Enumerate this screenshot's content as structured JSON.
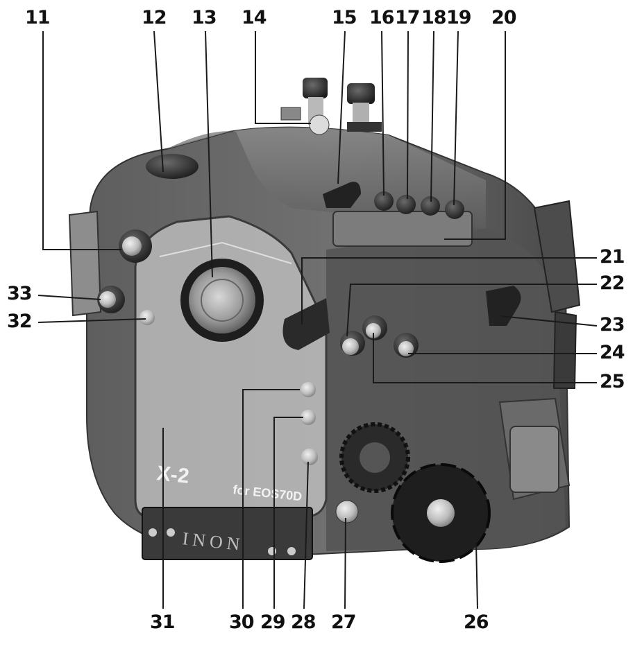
{
  "housing": {
    "model_label": "X-2",
    "model_subtitle": "for EOS70D",
    "brand_label": "INON"
  },
  "callouts": [
    {
      "id": "11",
      "label": "11"
    },
    {
      "id": "12",
      "label": "12"
    },
    {
      "id": "13",
      "label": "13"
    },
    {
      "id": "14",
      "label": "14"
    },
    {
      "id": "15",
      "label": "15"
    },
    {
      "id": "16",
      "label": "16"
    },
    {
      "id": "17",
      "label": "17"
    },
    {
      "id": "18",
      "label": "18"
    },
    {
      "id": "19",
      "label": "19"
    },
    {
      "id": "20",
      "label": "20"
    },
    {
      "id": "21",
      "label": "21"
    },
    {
      "id": "22",
      "label": "22"
    },
    {
      "id": "23",
      "label": "23"
    },
    {
      "id": "24",
      "label": "24"
    },
    {
      "id": "25",
      "label": "25"
    },
    {
      "id": "26",
      "label": "26"
    },
    {
      "id": "27",
      "label": "27"
    },
    {
      "id": "28",
      "label": "28"
    },
    {
      "id": "29",
      "label": "29"
    },
    {
      "id": "30",
      "label": "30"
    },
    {
      "id": "31",
      "label": "31"
    },
    {
      "id": "32",
      "label": "32"
    },
    {
      "id": "33",
      "label": "33"
    }
  ]
}
